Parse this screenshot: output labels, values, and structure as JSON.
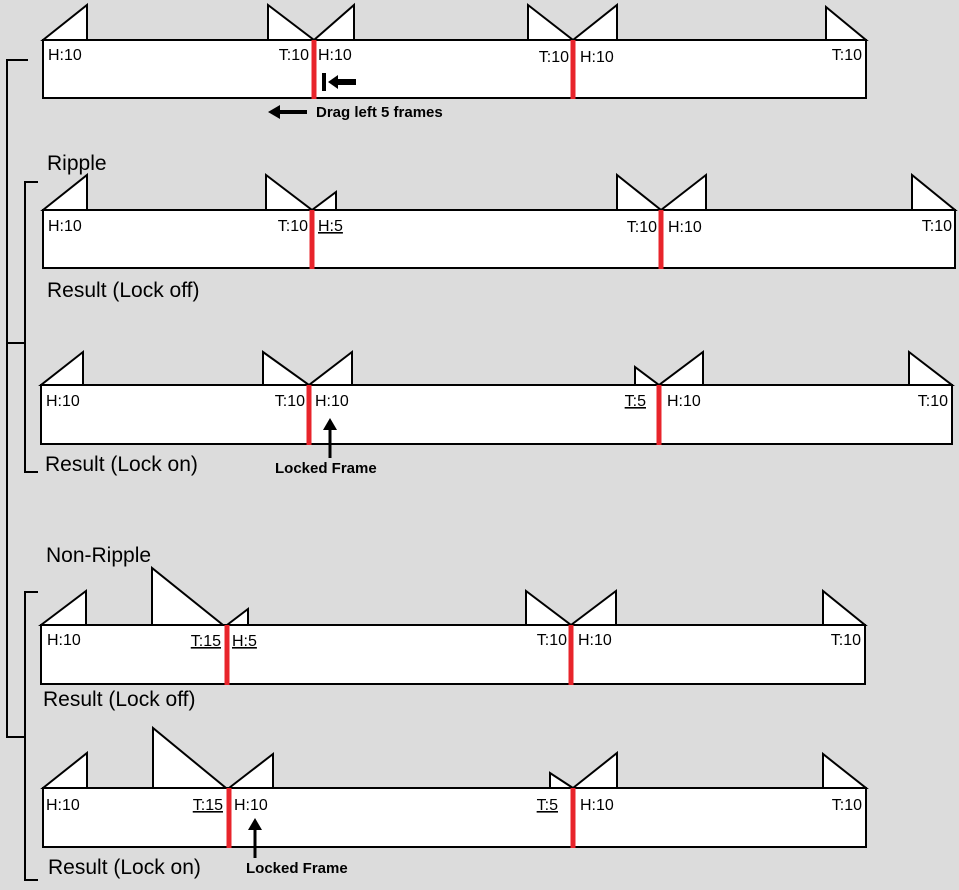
{
  "colors": {
    "background": "#dcdcdc",
    "cut_line": "#e8242b",
    "clip": "#ffffff",
    "stroke": "#000000"
  },
  "original": {
    "labels": [
      "H:10",
      "T:10",
      "H:10",
      "T:10",
      "H:10",
      "T:10"
    ],
    "drag_note": "Drag left 5 frames"
  },
  "ripple": {
    "title": "Ripple",
    "lock_off": {
      "caption": "Result (Lock off)",
      "labels": [
        "H:10",
        "T:10",
        "H:5",
        "T:10",
        "H:10",
        "T:10"
      ]
    },
    "lock_on": {
      "caption": "Result (Lock on)",
      "labels": [
        "H:10",
        "T:10",
        "H:10",
        "T:5",
        "H:10",
        "T:10"
      ],
      "locked_note": "Locked Frame"
    }
  },
  "non_ripple": {
    "title": "Non-Ripple",
    "lock_off": {
      "caption": "Result (Lock off)",
      "labels": [
        "H:10",
        "T:15",
        "H:5",
        "T:10",
        "H:10",
        "T:10"
      ]
    },
    "lock_on": {
      "caption": "Result (Lock on)",
      "labels": [
        "H:10",
        "T:15",
        "H:10",
        "T:5",
        "H:10",
        "T:10"
      ],
      "locked_note": "Locked Frame"
    }
  }
}
